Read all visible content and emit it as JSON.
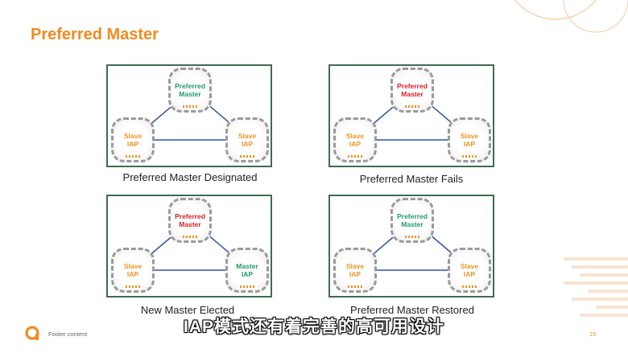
{
  "slide": {
    "title": "Preferred Master",
    "footer": "Footer content",
    "page_number": "15",
    "subtitle": "IAP模式还有着完善的高可用设计"
  },
  "colors": {
    "accent": "#f28a1e",
    "panel_border": "#3f6b50",
    "link": "#2f55a4"
  },
  "panels": [
    {
      "caption": "Preferred Master Designated",
      "top": {
        "line1": "Preferred",
        "line2": "Master",
        "color": "green"
      },
      "left": {
        "line1": "Slave",
        "line2": "IAP",
        "color": "orange"
      },
      "right": {
        "line1": "Slave",
        "line2": "IAP",
        "color": "orange"
      }
    },
    {
      "caption": "Preferred Master Fails",
      "top": {
        "line1": "Preferred",
        "line2": "Master",
        "color": "red"
      },
      "left": {
        "line1": "Slave",
        "line2": "IAP",
        "color": "orange"
      },
      "right": {
        "line1": "Slave",
        "line2": "IAP",
        "color": "orange"
      }
    },
    {
      "caption": "New Master Elected",
      "top": {
        "line1": "Preferred",
        "line2": "Master",
        "color": "red"
      },
      "left": {
        "line1": "Slave",
        "line2": "IAP",
        "color": "orange"
      },
      "right": {
        "line1": "Master",
        "line2": "IAP",
        "color": "green"
      }
    },
    {
      "caption": "Preferred Master Restored",
      "top": {
        "line1": "Preferred",
        "line2": "Master",
        "color": "green"
      },
      "left": {
        "line1": "Slave",
        "line2": "IAP",
        "color": "orange"
      },
      "right": {
        "line1": "Slave",
        "line2": "IAP",
        "color": "orange"
      }
    }
  ]
}
